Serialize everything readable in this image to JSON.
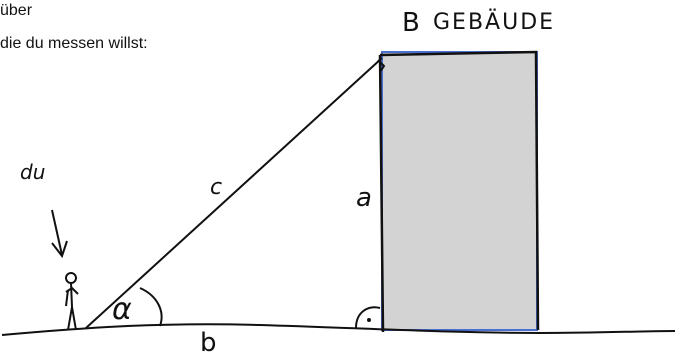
{
  "intro": {
    "line1": "über",
    "line2": "die du messen willst:"
  },
  "labels": {
    "point_B": "B",
    "building": "GEBÄUDE",
    "person": "du",
    "side_c": "c",
    "side_a": "a",
    "side_b": "b",
    "angle": "α"
  },
  "colors": {
    "building_fill": "#d3d3d3",
    "building_outline": "#4a6fd0",
    "ink": "#111111"
  }
}
